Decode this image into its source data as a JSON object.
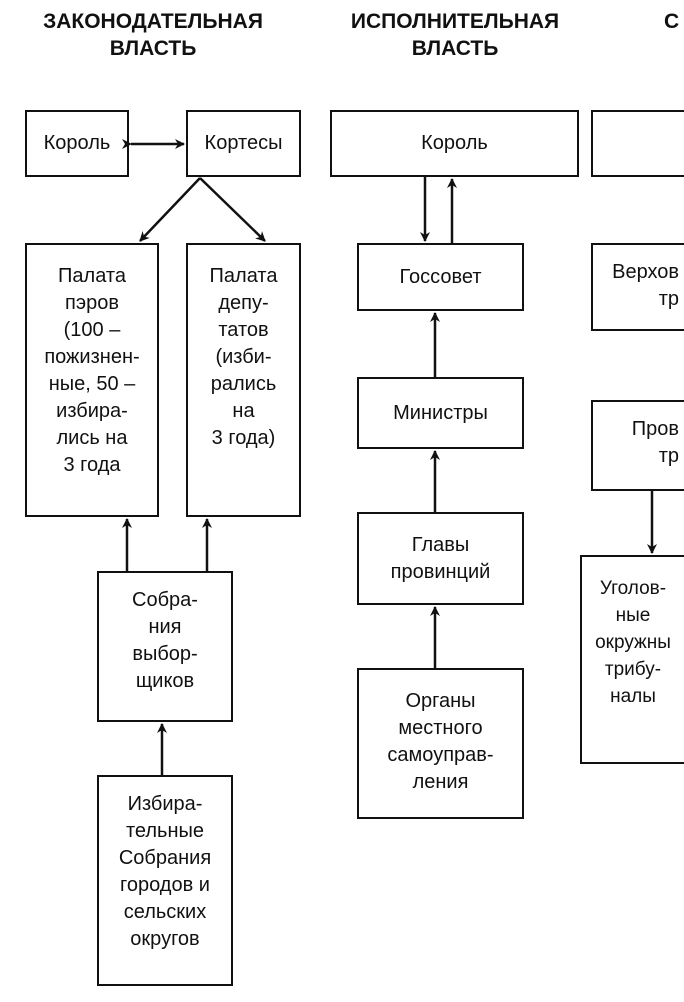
{
  "headers": {
    "legislative": "ЗАКОНОДАТЕЛЬНАЯ\nВЛАСТЬ",
    "executive": "ИСПОЛНИТЕЛЬНАЯ\nВЛАСТЬ",
    "judicial": "С"
  },
  "legislative": {
    "king": "Король",
    "cortes": "Кортесы",
    "peers": "Палата\nпэров\n(100 –\nпожизнен-\nные, 50 –\nизбира-\nлись на\n3 года",
    "deputies": "Палата\nдепу-\nтатов\n(изби-\nрались\nна\n3 года)",
    "electors": "Собра-\nния\nвыбор-\nщиков",
    "assemblies": "Избира-\nтельные\nСобрания\nгородов и\nсельских\nокругов"
  },
  "executive": {
    "king": "Король",
    "council": "Госсовет",
    "ministers": "Министры",
    "governors": "Главы\nпровинций",
    "local": "Органы\nместного\nсамоуправ-\nления"
  },
  "judicial": {
    "box1": "",
    "supreme": "Верхов\nтр",
    "provincial": "Пров\nтр",
    "criminal": "Уголов-\nные\nокружны\nтрибу-\nналы"
  }
}
